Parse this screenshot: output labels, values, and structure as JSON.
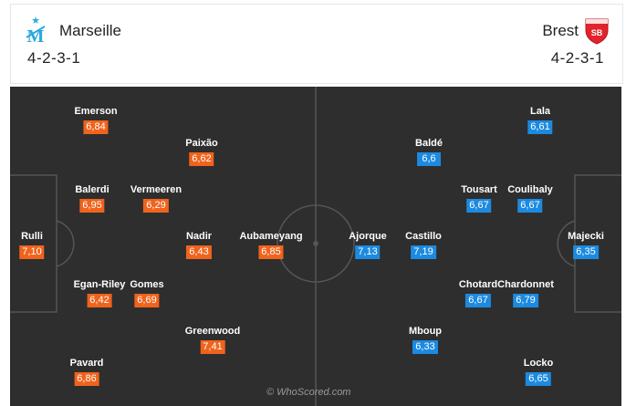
{
  "home": {
    "name": "Marseille",
    "formation": "4-2-3-1",
    "players": [
      {
        "name": "Rulli",
        "rating": "7,10"
      },
      {
        "name": "Emerson",
        "rating": "6,84"
      },
      {
        "name": "Balerdi",
        "rating": "6,95"
      },
      {
        "name": "Egan-Riley",
        "rating": "6,42"
      },
      {
        "name": "Pavard",
        "rating": "6,86"
      },
      {
        "name": "Vermeeren",
        "rating": "6,29"
      },
      {
        "name": "Gomes",
        "rating": "6,69"
      },
      {
        "name": "Paixão",
        "rating": "6,62"
      },
      {
        "name": "Nadir",
        "rating": "6,43"
      },
      {
        "name": "Greenwood",
        "rating": "7,41"
      },
      {
        "name": "Aubameyang",
        "rating": "6,85"
      }
    ]
  },
  "away": {
    "name": "Brest",
    "formation": "4-2-3-1",
    "players": [
      {
        "name": "Majecki",
        "rating": "6,35"
      },
      {
        "name": "Lala",
        "rating": "6,61"
      },
      {
        "name": "Coulibaly",
        "rating": "6,67"
      },
      {
        "name": "Chardonnet",
        "rating": "6,79"
      },
      {
        "name": "Locko",
        "rating": "6,65"
      },
      {
        "name": "Tousart",
        "rating": "6,67"
      },
      {
        "name": "Chotard",
        "rating": "6,67"
      },
      {
        "name": "Baldé",
        "rating": "6,6"
      },
      {
        "name": "Castillo",
        "rating": "7,19"
      },
      {
        "name": "Mboup",
        "rating": "6,33"
      },
      {
        "name": "Ajorque",
        "rating": "7,13"
      }
    ]
  },
  "watermark": "© WhoScored.com",
  "colors": {
    "home_rating": "#f0631c",
    "away_rating": "#1c8ae0",
    "pitch": "#2e2e2e"
  }
}
